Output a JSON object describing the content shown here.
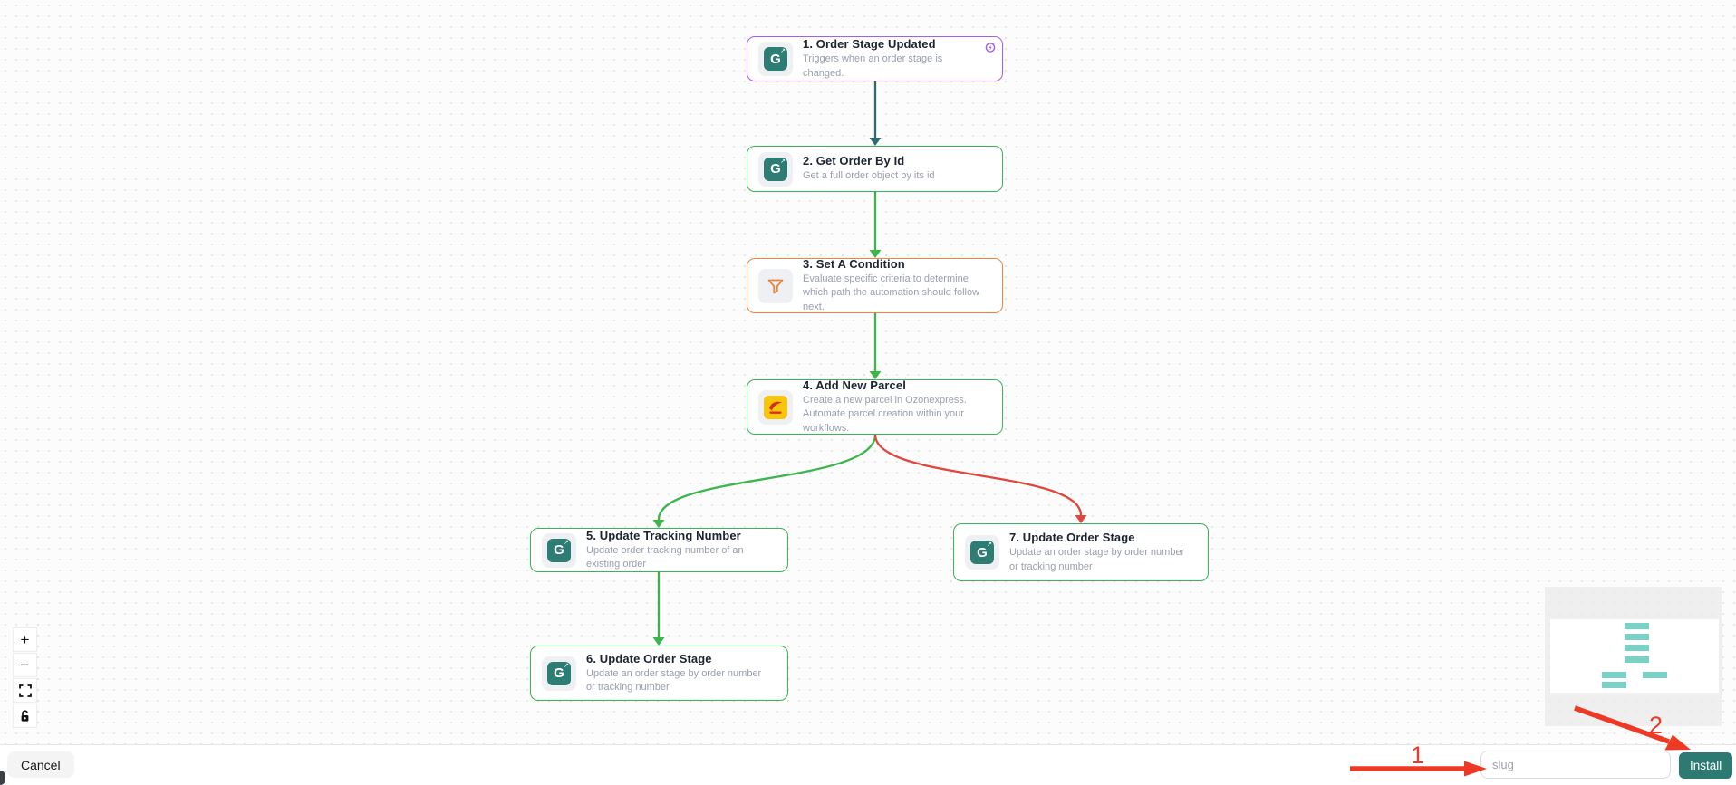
{
  "workflow": {
    "nodes": [
      {
        "id": "1",
        "title": "1. Order Stage Updated",
        "description": "Triggers when an order stage is changed.",
        "accent": "#a55eea",
        "icon": "genuka-g",
        "icon_letter": "G",
        "trigger": true
      },
      {
        "id": "2",
        "title": "2. Get Order By Id",
        "description": "Get a full order object by its id",
        "accent": "#3bb457",
        "icon": "genuka-g",
        "icon_letter": "G"
      },
      {
        "id": "3",
        "title": "3. Set A Condition",
        "description": "Evaluate specific criteria to determine which path the automation should follow next.",
        "accent": "#ec8540",
        "icon": "filter-funnel"
      },
      {
        "id": "4",
        "title": "4. Add New Parcel",
        "description": "Create a new parcel in Ozonexpress. Automate parcel creation within your workflows.",
        "accent": "#3bb457",
        "icon": "ozonexpress"
      },
      {
        "id": "5",
        "title": "5. Update Tracking Number",
        "description": "Update order tracking number of an existing order",
        "accent": "#3bb457",
        "icon": "genuka-g",
        "icon_letter": "G"
      },
      {
        "id": "6",
        "title": "6. Update Order Stage",
        "description": "Update an order stage by order number or tracking number",
        "accent": "#3bb457",
        "icon": "genuka-g",
        "icon_letter": "G"
      },
      {
        "id": "7",
        "title": "7. Update Order Stage",
        "description": "Update an order stage by order number or tracking number",
        "accent": "#3bb457",
        "icon": "genuka-g",
        "icon_letter": "G"
      }
    ],
    "connectors": [
      {
        "from": "1",
        "to": "2",
        "color": "#2e6b6d"
      },
      {
        "from": "2",
        "to": "3",
        "color": "#3cb54c"
      },
      {
        "from": "3",
        "to": "4",
        "color": "#3cb54c"
      },
      {
        "from": "4",
        "to": "5",
        "color": "#3cb54c"
      },
      {
        "from": "4",
        "to": "7",
        "color": "#e2453c"
      },
      {
        "from": "5",
        "to": "6",
        "color": "#3cb54c"
      }
    ]
  },
  "controls": {
    "zoom_in": "+",
    "zoom_out": "−",
    "fit_view_icon": "fit-view",
    "lock_icon": "unlock"
  },
  "footer": {
    "cancel_label": "Cancel",
    "slug_placeholder": "slug",
    "install_label": "Install"
  },
  "annotations": {
    "step_1": "1",
    "step_2": "2",
    "color": "#ee3a24"
  },
  "colors": {
    "install_button": "#2c7a71",
    "minimap_node": "#79d2c6",
    "trigger_purple": "#a55eea",
    "condition_orange": "#ec8540",
    "flow_green": "#3cb54c",
    "flow_dark_teal": "#2e6b6d",
    "branch_red": "#e2453c"
  }
}
